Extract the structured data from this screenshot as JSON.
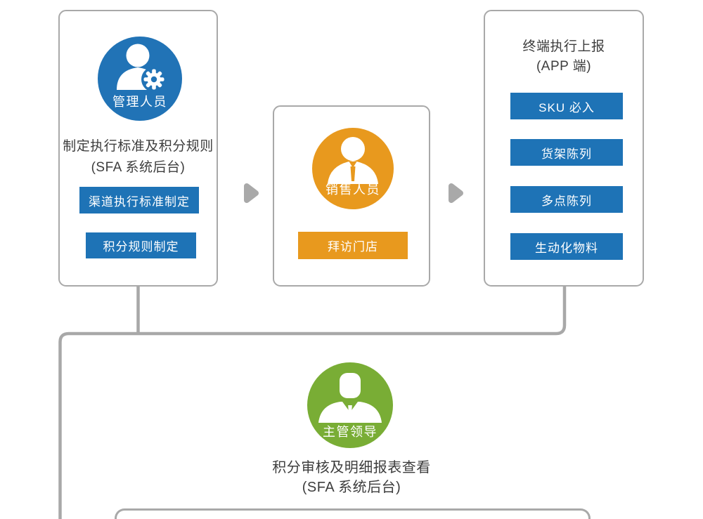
{
  "palette": {
    "blue": "#1e73b6",
    "orange": "#e8991e",
    "green": "#79ad35",
    "box_border_gray": "#a9a9a9",
    "connector_gray": "#a8a8a8",
    "arrow_gray": "#a9a9a9",
    "text_dark": "#3d3d3d"
  },
  "icons": {
    "admin_avatar": "person-with-gear-icon",
    "sales_avatar": "person-with-tie-icon",
    "leader_avatar": "businessman-icon",
    "flow_arrow": "right-triangle-arrow-icon"
  },
  "nodes": {
    "admin": {
      "role": "管理人员",
      "desc_line1": "制定执行标准及积分规则",
      "desc_line2": "(SFA 系统后台)",
      "buttons": [
        "渠道执行标准制定",
        "积分规则制定"
      ]
    },
    "sales": {
      "role": "销售人员",
      "buttons": [
        "拜访门店"
      ]
    },
    "report": {
      "title_line1": "终端执行上报",
      "title_line2": "(APP 端)",
      "buttons": [
        "SKU 必入",
        "货架陈列",
        "多点陈列",
        "生动化物料"
      ]
    },
    "leader": {
      "role": "主管领导",
      "desc_line1": "积分审核及明细报表查看",
      "desc_line2": "(SFA 系统后台)"
    }
  }
}
